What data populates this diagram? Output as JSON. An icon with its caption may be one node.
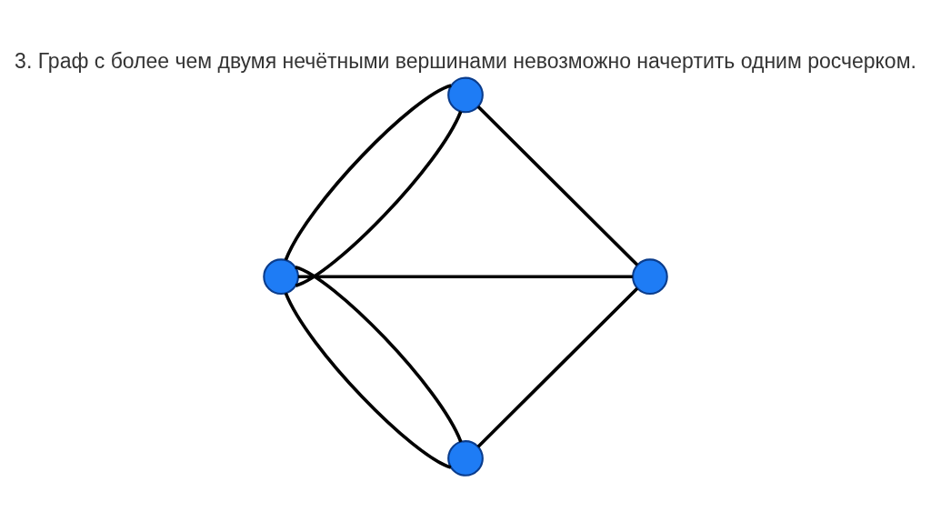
{
  "diagram": {
    "title": "3. Граф с более чем двумя нечётными вершинами невозможно начертить одним росчерком.",
    "nodes": [
      {
        "text": [],
        "shape": "circle"
      },
      {
        "text": [],
        "shape": "circle"
      },
      {
        "text": [],
        "shape": "circle"
      },
      {
        "text": [],
        "shape": "circle"
      }
    ],
    "edges": [
      {
        "from": 1,
        "to": 0,
        "arrow": "none"
      },
      {
        "from": 1,
        "to": 0,
        "arrow": "none"
      },
      {
        "from": 1,
        "to": 2,
        "arrow": "none"
      },
      {
        "from": 1,
        "to": 3,
        "arrow": "none"
      },
      {
        "from": 1,
        "to": 3,
        "arrow": "none"
      },
      {
        "from": 0,
        "to": 2,
        "arrow": "none"
      },
      {
        "from": 3,
        "to": 2,
        "arrow": "none"
      }
    ]
  }
}
